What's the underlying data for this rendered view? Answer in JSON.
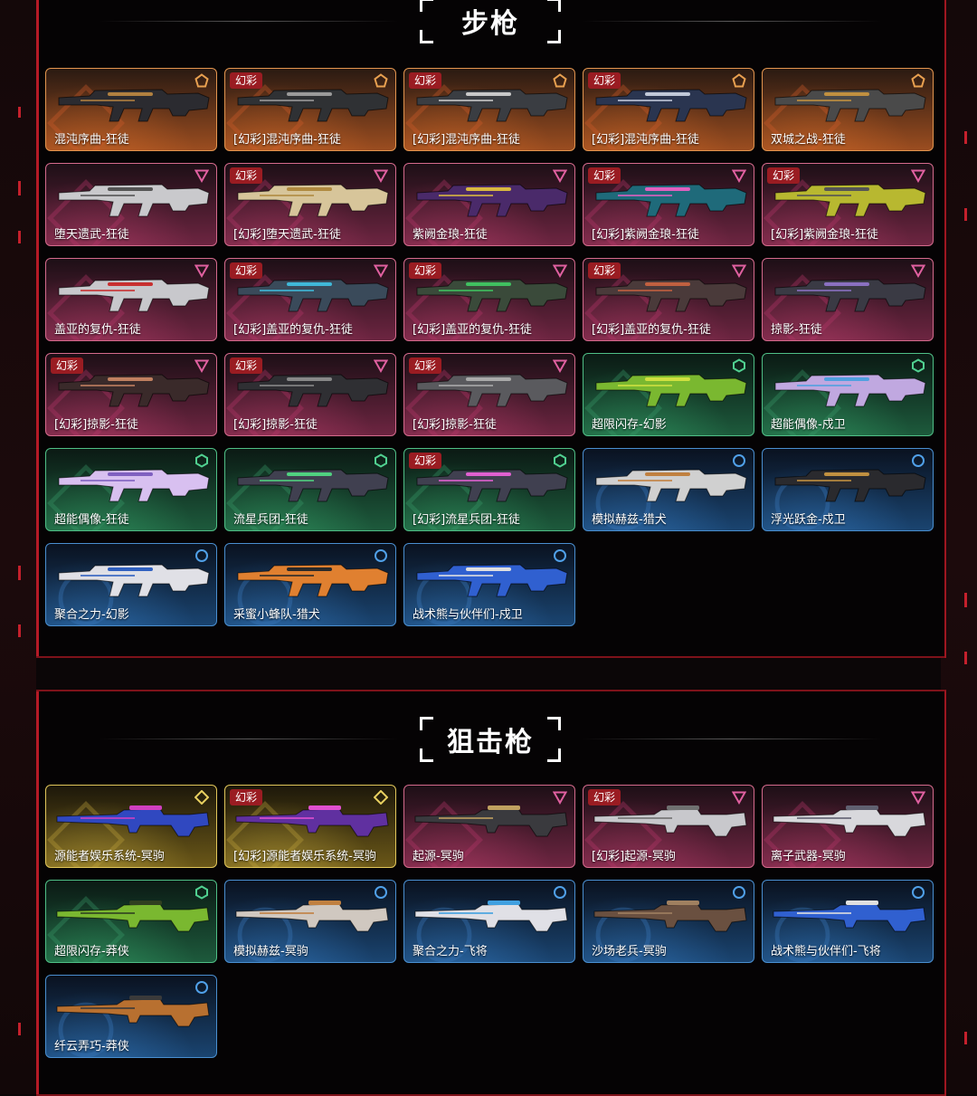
{
  "sections": [
    {
      "title": "步枪",
      "cards": [
        {
          "name": "混沌序曲-狂徒",
          "tier": "orange",
          "variant": false,
          "gun_color": "#2b2b30",
          "accent": "#b08040"
        },
        {
          "name": "[幻彩]混沌序曲-狂徒",
          "tier": "orange",
          "variant": true,
          "gun_color": "#2f3134",
          "accent": "#9a9a9a"
        },
        {
          "name": "[幻彩]混沌序曲-狂徒",
          "tier": "orange",
          "variant": true,
          "gun_color": "#3a3d42",
          "accent": "#c8c8c8"
        },
        {
          "name": "[幻彩]混沌序曲-狂徒",
          "tier": "orange",
          "variant": true,
          "gun_color": "#2a3550",
          "accent": "#c0c8d8"
        },
        {
          "name": "双城之战-狂徒",
          "tier": "orange",
          "variant": false,
          "gun_color": "#4a4a4a",
          "accent": "#c09040"
        },
        {
          "name": "堕天遗武-狂徒",
          "tier": "pink",
          "variant": false,
          "gun_color": "#c9c9cc",
          "accent": "#555555"
        },
        {
          "name": "[幻彩]堕天遗武-狂徒",
          "tier": "pink",
          "variant": true,
          "gun_color": "#d7c59a",
          "accent": "#b08a40"
        },
        {
          "name": "紫阙金琅-狂徒",
          "tier": "pink",
          "variant": false,
          "gun_color": "#4a2a6a",
          "accent": "#d8b840"
        },
        {
          "name": "[幻彩]紫阙金琅-狂徒",
          "tier": "pink",
          "variant": true,
          "gun_color": "#1f6a7a",
          "accent": "#e060c0"
        },
        {
          "name": "[幻彩]紫阙金琅-狂徒",
          "tier": "pink",
          "variant": true,
          "gun_color": "#b8b830",
          "accent": "#555555"
        },
        {
          "name": "盖亚的复仇-狂徒",
          "tier": "pink",
          "variant": false,
          "gun_color": "#c8c8cc",
          "accent": "#c83030"
        },
        {
          "name": "[幻彩]盖亚的复仇-狂徒",
          "tier": "pink",
          "variant": true,
          "gun_color": "#3a4a5a",
          "accent": "#40b8d8"
        },
        {
          "name": "[幻彩]盖亚的复仇-狂徒",
          "tier": "pink",
          "variant": true,
          "gun_color": "#3a4a3a",
          "accent": "#40c060"
        },
        {
          "name": "[幻彩]盖亚的复仇-狂徒",
          "tier": "pink",
          "variant": true,
          "gun_color": "#4a3a3a",
          "accent": "#c06040"
        },
        {
          "name": "掠影-狂徒",
          "tier": "pink",
          "variant": false,
          "gun_color": "#3a3a44",
          "accent": "#8a70c0"
        },
        {
          "name": "[幻彩]掠影-狂徒",
          "tier": "pink",
          "variant": true,
          "gun_color": "#3a2a2a",
          "accent": "#c08060"
        },
        {
          "name": "[幻彩]掠影-狂徒",
          "tier": "pink",
          "variant": true,
          "gun_color": "#2f2f33",
          "accent": "#888888"
        },
        {
          "name": "[幻彩]掠影-狂徒",
          "tier": "pink",
          "variant": true,
          "gun_color": "#5a5a5e",
          "accent": "#aaaaaa"
        },
        {
          "name": "超限闪存-幻影",
          "tier": "green",
          "variant": false,
          "gun_color": "#7ab830",
          "accent": "#d0e040"
        },
        {
          "name": "超能偶像-戍卫",
          "tier": "green",
          "variant": false,
          "gun_color": "#c0a8e0",
          "accent": "#50a0e0"
        },
        {
          "name": "超能偶像-狂徒",
          "tier": "green",
          "variant": false,
          "gun_color": "#d8c0f0",
          "accent": "#8060c0"
        },
        {
          "name": "流星兵团-狂徒",
          "tier": "green",
          "variant": false,
          "gun_color": "#404050",
          "accent": "#50d080"
        },
        {
          "name": "[幻彩]流星兵团-狂徒",
          "tier": "green",
          "variant": true,
          "gun_color": "#404050",
          "accent": "#e060d0"
        },
        {
          "name": "模拟赫兹-猎犬",
          "tier": "blue",
          "variant": false,
          "gun_color": "#d0d0d0",
          "accent": "#c08040"
        },
        {
          "name": "浮光跃金-戍卫",
          "tier": "blue",
          "variant": false,
          "gun_color": "#2a2a2e",
          "accent": "#c09040"
        },
        {
          "name": "聚合之力-幻影",
          "tier": "blue",
          "variant": false,
          "gun_color": "#e0e0e6",
          "accent": "#3060c0"
        },
        {
          "name": "采蜜小蜂队-猎犬",
          "tier": "blue",
          "variant": false,
          "gun_color": "#e08030",
          "accent": "#2a2a2a"
        },
        {
          "name": "战术熊与伙伴们-戍卫",
          "tier": "blue",
          "variant": false,
          "gun_color": "#3060d0",
          "accent": "#e0e0e0"
        }
      ]
    },
    {
      "title": "狙击枪",
      "cards": [
        {
          "name": "源能者娱乐系统-冥驹",
          "tier": "gold",
          "variant": false,
          "gun_color": "#3048c0",
          "accent": "#d040c0"
        },
        {
          "name": "[幻彩]源能者娱乐系统-冥驹",
          "tier": "gold",
          "variant": true,
          "gun_color": "#6030a0",
          "accent": "#e050d0"
        },
        {
          "name": "起源-冥驹",
          "tier": "pink",
          "variant": false,
          "gun_color": "#3a3a3e",
          "accent": "#c0a060"
        },
        {
          "name": "[幻彩]起源-冥驹",
          "tier": "pink",
          "variant": true,
          "gun_color": "#c8c8cc",
          "accent": "#707070"
        },
        {
          "name": "离子武器-冥驹",
          "tier": "pink",
          "variant": false,
          "gun_color": "#d8d8dc",
          "accent": "#606070"
        },
        {
          "name": "超限闪存-莽侠",
          "tier": "green",
          "variant": false,
          "gun_color": "#7ab830",
          "accent": "#304020"
        },
        {
          "name": "模拟赫兹-冥驹",
          "tier": "blue",
          "variant": false,
          "gun_color": "#d0c8c0",
          "accent": "#c08040"
        },
        {
          "name": "聚合之力-飞将",
          "tier": "blue",
          "variant": false,
          "gun_color": "#e0e0e6",
          "accent": "#40a0e0"
        },
        {
          "name": "沙场老兵-冥驹",
          "tier": "blue",
          "variant": false,
          "gun_color": "#6a5040",
          "accent": "#a08060"
        },
        {
          "name": "战术熊与伙伴们-飞将",
          "tier": "blue",
          "variant": false,
          "gun_color": "#3060d0",
          "accent": "#e0e0e0"
        },
        {
          "name": "纤云弄巧-莽侠",
          "tier": "blue",
          "variant": false,
          "gun_color": "#b87030",
          "accent": "#3a3a3a"
        }
      ]
    }
  ],
  "badge_text": "幻彩",
  "colors": {
    "panel_border": "#b51a26",
    "background": "#0b0607"
  },
  "tier_icons": {
    "orange": "pentagon-icon",
    "pink": "triangle-icon",
    "green": "hexagon-icon",
    "blue": "circle-icon",
    "gold": "diamond-icon"
  }
}
